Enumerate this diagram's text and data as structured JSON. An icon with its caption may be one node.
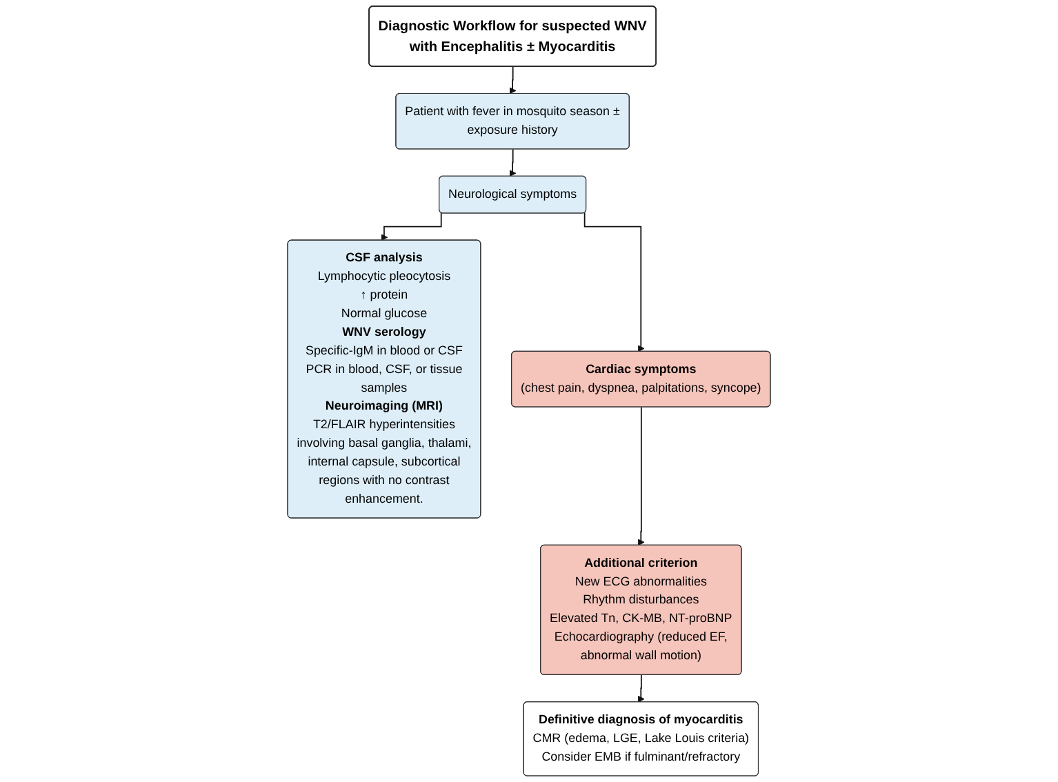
{
  "diagram": {
    "nodes": [
      {
        "text": [
          "Diagnostic Workflow for suspected WNV with Encephalitis ± Myocarditis"
        ]
      },
      {
        "text": [
          "Patient with fever in mosquito season ± exposure history"
        ]
      },
      {
        "text": [
          "Neurological symptoms"
        ]
      },
      {
        "text": [
          "CSF analysis",
          "Lymphocytic pleocytosis",
          "↑ protein",
          "Normal glucose",
          "WNV serology",
          "Specific-IgM in blood or CSF",
          "PCR in blood, CSF, or tissue samples",
          "Neuroimaging (MRI)",
          "T2/FLAIR hyperintensities involving basal ganglia, thalami, internal capsule, subcortical regions with no contrast enhancement."
        ]
      },
      {
        "text": [
          "Cardiac symptoms",
          "(chest pain, dyspnea, palpitations, syncope)"
        ]
      },
      {
        "text": [
          "Additional criterion",
          "New ECG abnormalities",
          "Rhythm disturbances",
          "Elevated Tn, CK-MB, NT-proBNP",
          "Echocardiography (reduced EF, abnormal wall motion)"
        ]
      },
      {
        "text": [
          "Definitive diagnosis of myocarditis",
          "CMR (edema, LGE, Lake Louis criteria)",
          "Consider EMB if fulminant/refractory"
        ]
      }
    ],
    "edges": [
      {
        "from": 0,
        "to": 1,
        "arrow": "to"
      },
      {
        "from": 1,
        "to": 2,
        "arrow": "to"
      },
      {
        "from": 2,
        "to": 3,
        "arrow": "to"
      },
      {
        "from": 2,
        "to": 4,
        "arrow": "to"
      },
      {
        "from": 4,
        "to": 5,
        "arrow": "to"
      },
      {
        "from": 5,
        "to": 6,
        "arrow": "to"
      }
    ]
  }
}
